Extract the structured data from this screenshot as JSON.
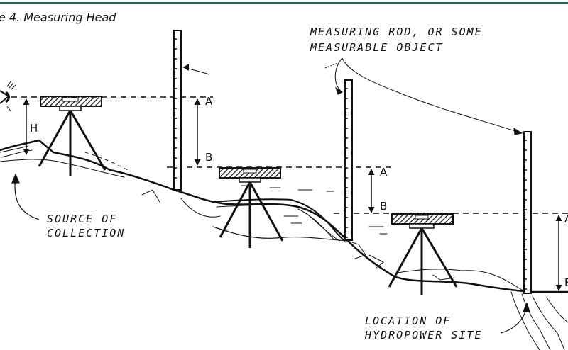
{
  "figure": {
    "title": "e 4. Measuring Head"
  },
  "annotations": {
    "rod_label_line1": "MEASURING ROD, OR SOME",
    "rod_label_line2": "MEASURABLE OBJECT",
    "source_line1": "SOURCE OF",
    "source_line2": "COLLECTION",
    "site_line1": "LOCATION OF",
    "site_line2": "HYDROPOWER SITE"
  },
  "dimension_labels": {
    "h": "H",
    "a1": "A",
    "b1": "B",
    "a2": "A",
    "b2": "B",
    "a3": "A",
    "b3": "B"
  },
  "colors": {
    "accent_rule": "#1e6b4a",
    "ink": "#111111"
  }
}
